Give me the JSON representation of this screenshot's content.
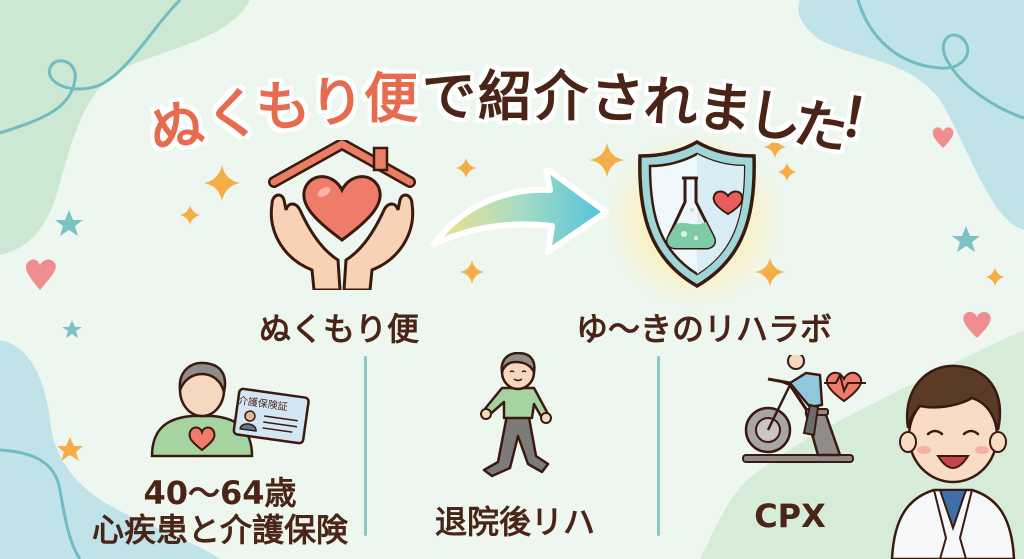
{
  "title": {
    "highlight": "ぬくもり便",
    "rest": "で紹介されました！",
    "highlight_chars": [
      "ぬ",
      "く",
      "も",
      "り",
      "便"
    ],
    "rest_chars": [
      "で",
      "紹",
      "介",
      "さ",
      "れ",
      "ま",
      "し",
      "た",
      "！"
    ],
    "highlight_color": "#e66b4f",
    "rest_color": "#4a2416"
  },
  "flow": {
    "source": {
      "label": "ぬくもり便",
      "icon": "house-heart-hands-icon"
    },
    "arrow": {
      "icon": "curved-arrow-right-icon"
    },
    "target": {
      "label": "ゆ〜きのリハラボ",
      "icon": "shield-flask-heart-icon"
    }
  },
  "topics": [
    {
      "id": "insurance",
      "lines": [
        "40〜64歳",
        "心疾患と介護保険"
      ],
      "icon": "patient-heart-icon",
      "card_label": "介護保険証"
    },
    {
      "id": "rehab",
      "lines": [
        "退院後リハ"
      ],
      "icon": "walking-man-icon"
    },
    {
      "id": "cpx",
      "lines": [
        "CPX"
      ],
      "icon": "exercise-bike-heart-icon"
    }
  ],
  "colors": {
    "background": "#edf7ef",
    "blob_green": "#cde8d2",
    "blob_blue": "#bfe3e8",
    "teal_line": "#6fbcc3",
    "text_dark": "#4a2416",
    "accent_coral": "#e66b4f",
    "sparkle": "#f5ae47",
    "heart_pink": "#f08d8f",
    "star_teal": "#7cc1c6"
  }
}
